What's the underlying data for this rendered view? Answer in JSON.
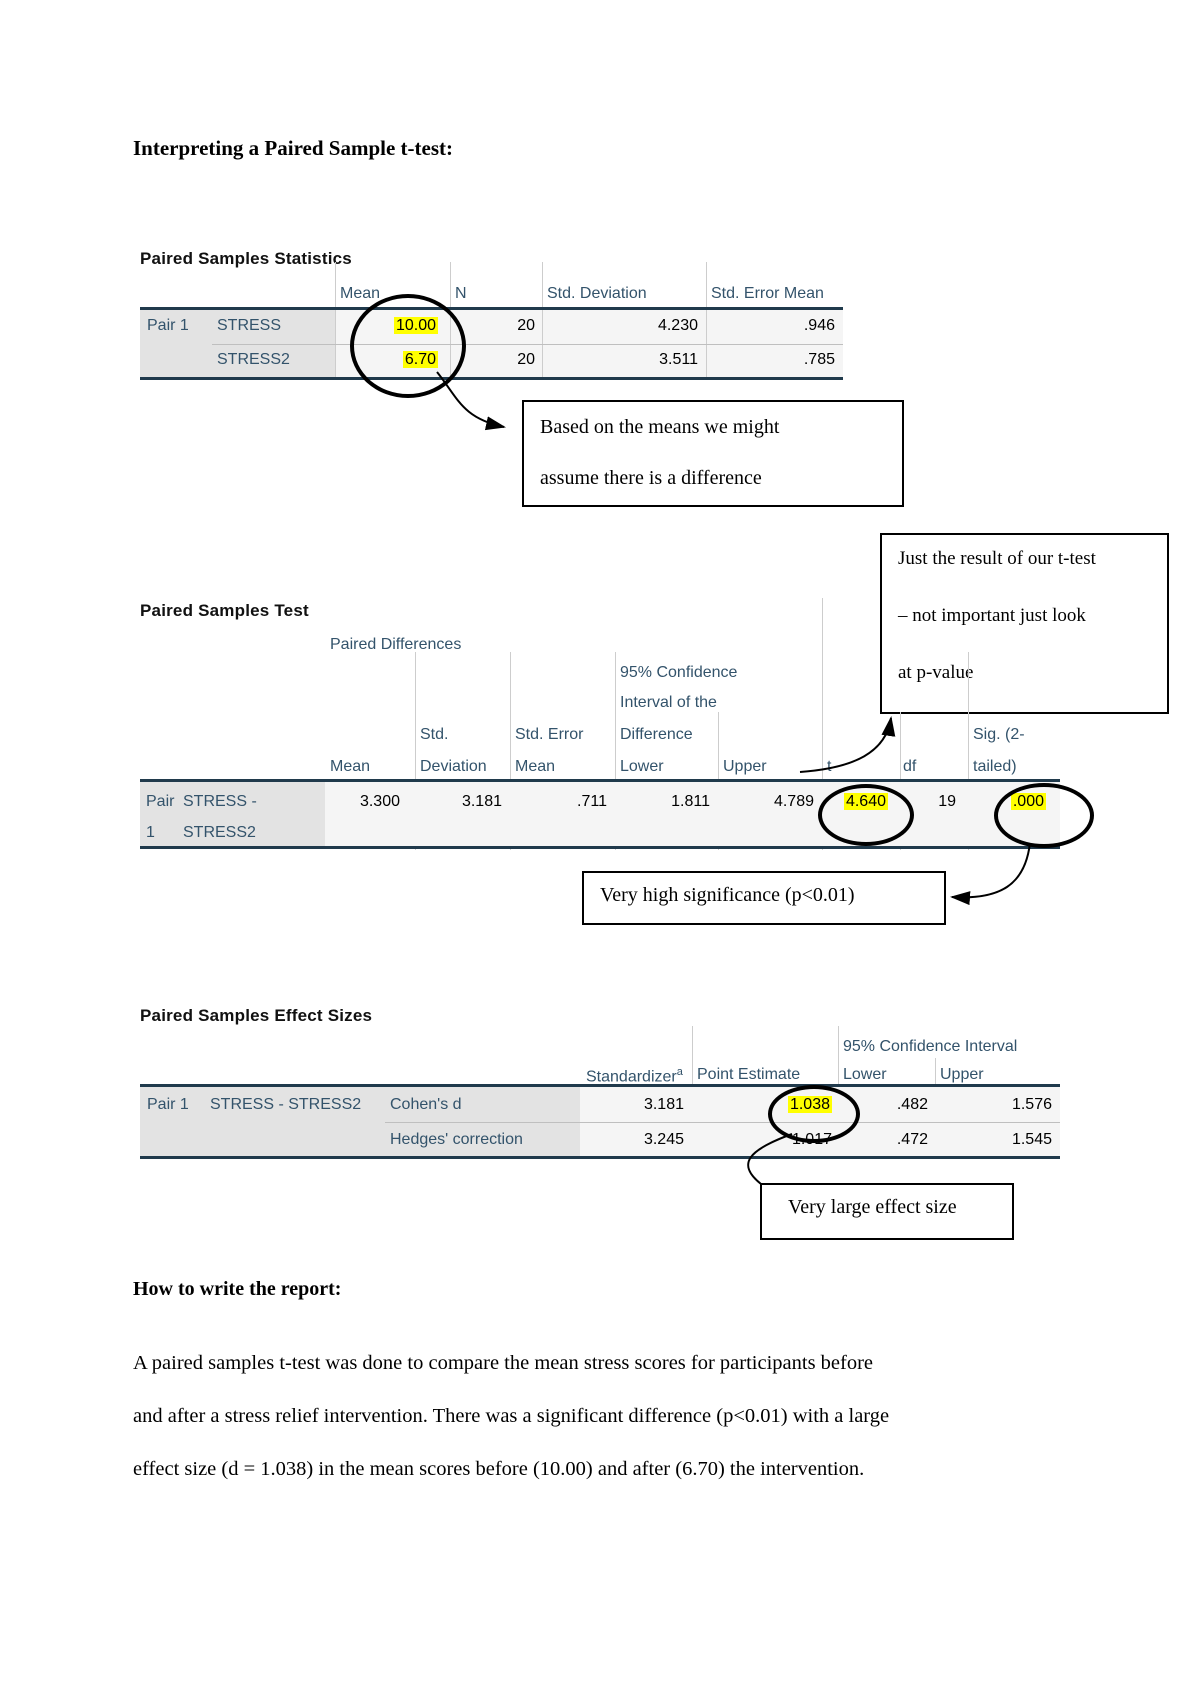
{
  "document": {
    "title": "Interpreting a Paired Sample t-test:",
    "report": {
      "heading": "How to write the report:",
      "lines": [
        "A paired samples t-test was done to compare the mean stress scores for participants before",
        "and after a stress relief intervention. There was a significant difference (p<0.01) with a large",
        "effect size (d = 1.038) in the mean scores before (10.00) and after (6.70) the intervention."
      ]
    }
  },
  "stats_table": {
    "title": "Paired Samples Statistics",
    "headers": {
      "mean": "Mean",
      "n": "N",
      "std_deviation": "Std. Deviation",
      "std_error_mean": "Std. Error Mean"
    },
    "rows": [
      {
        "pair": "Pair 1",
        "variable": "STRESS",
        "mean": "10.00",
        "n": "20",
        "std_deviation": "4.230",
        "std_error_mean": ".946"
      },
      {
        "pair": "",
        "variable": "STRESS2",
        "mean": "6.70",
        "n": "20",
        "std_deviation": "3.511",
        "std_error_mean": ".785"
      }
    ]
  },
  "test_table": {
    "title": "Paired Samples Test",
    "group_header": "Paired Differences",
    "ci_lines": {
      "l1": "95% Confidence",
      "l2": "Interval of the",
      "l3": "Difference"
    },
    "headers": {
      "mean": "Mean",
      "std_line1": "Std.",
      "std_line2": "Deviation",
      "se_line1": "Std. Error",
      "se_line2": "Mean",
      "lower": "Lower",
      "upper": "Upper",
      "t": "t",
      "df": "df",
      "sig_line1": "Sig. (2-",
      "sig_line2": "tailed)"
    },
    "row": {
      "pair_line1": "Pair",
      "pair_line2": "1",
      "var_line1": "STRESS -",
      "var_line2": "STRESS2",
      "mean": "3.300",
      "std_deviation": "3.181",
      "std_error_mean": ".711",
      "lower": "1.811",
      "upper": "4.789",
      "t": "4.640",
      "df": "19",
      "sig": ".000"
    }
  },
  "effect_table": {
    "title": "Paired Samples Effect Sizes",
    "ci_header": "95% Confidence Interval",
    "headers": {
      "standardizer": "Standardizer",
      "standardizer_note": "a",
      "point_estimate": "Point Estimate",
      "lower": "Lower",
      "upper": "Upper"
    },
    "rows": [
      {
        "pair": "Pair 1",
        "variable": "STRESS - STRESS2",
        "estimator": "Cohen's d",
        "standardizer": "3.181",
        "point_estimate": "1.038",
        "lower": ".482",
        "upper": "1.576"
      },
      {
        "pair": "",
        "variable": "",
        "estimator": "Hedges' correction",
        "standardizer": "3.245",
        "point_estimate": "1.017",
        "lower": ".472",
        "upper": "1.545"
      }
    ]
  },
  "callouts": {
    "means_note": {
      "line1": "Based on the means we might",
      "line2": "assume there is a difference"
    },
    "ttest_note": {
      "line1": "Just the result of our t-test",
      "line2": "– not important just look",
      "line3": "at p-value"
    },
    "significance_note": "Very high significance (p<0.01)",
    "effect_note": "Very large effect size"
  },
  "colors": {
    "header_text": "#33536B",
    "thick_border": "#203A4C",
    "highlight": "#FFFF00",
    "label_bg": "#E3E3E3",
    "row_bg": "#F5F5F5",
    "light_line": "#CDCDCD"
  }
}
